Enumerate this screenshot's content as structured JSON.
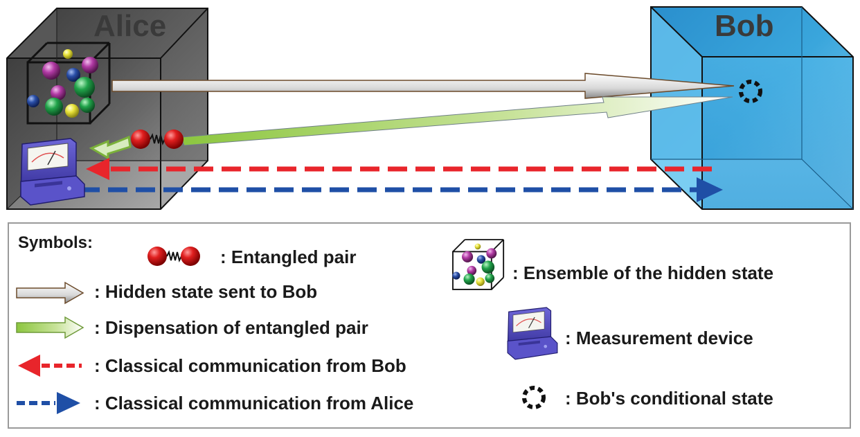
{
  "parties": {
    "alice": "Alice",
    "bob": "Bob"
  },
  "legend": {
    "title": "Symbols:",
    "entangled_pair": ": Entangled pair",
    "hidden_state_sent": ": Hidden state sent to Bob",
    "dispensation": ": Dispensation of entangled pair",
    "classical_from_bob": ": Classical communication from Bob",
    "classical_from_alice": ": Classical communication from Alice",
    "ensemble": ": Ensemble of the  hidden state",
    "measurement_device": ": Measurement device",
    "conditional_state": ": Bob's conditional state"
  },
  "colors": {
    "alice_box": "#5a5a5a",
    "bob_box": "#3aa6dc",
    "classical_from_bob": "#e8252b",
    "classical_from_alice": "#1f4fa6",
    "dispensation_arrow": "#8cc63f",
    "particle_red": "#d81d1d",
    "ball_green": "#21a34a",
    "ball_magenta": "#b13aa4",
    "ball_blue": "#2a4fa8",
    "ball_yellow": "#e8e23a",
    "device_body": "#4d46b8"
  },
  "icons": {
    "entangled_pair": "two-red-spheres-with-spring-icon",
    "ensemble": "cube-with-colored-balls-icon",
    "measurement_device": "meter-device-icon",
    "conditional_state": "dashed-circle-icon"
  }
}
